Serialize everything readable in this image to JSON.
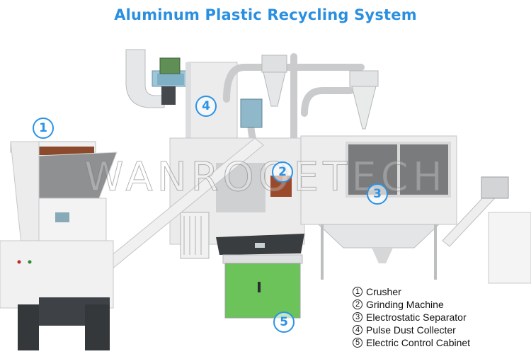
{
  "title": "Aluminum Plastic Recycling System",
  "watermark": "WANROOETECH",
  "callouts": [
    {
      "num": "1",
      "label": "Crusher"
    },
    {
      "num": "2",
      "label": "Grinding Machine"
    },
    {
      "num": "3",
      "label": "Electrostatic Separator"
    },
    {
      "num": "4",
      "label": "Pulse Dust Collecter"
    },
    {
      "num": "5",
      "label": "Electric Control Cabinet"
    }
  ],
  "colors": {
    "accent_blue": "#2b8fe0",
    "cabinet_green": "#6cc35a",
    "machine_white": "#e9eaea",
    "machine_dark": "#3a3d40",
    "panel_grey": "#6f7073"
  }
}
